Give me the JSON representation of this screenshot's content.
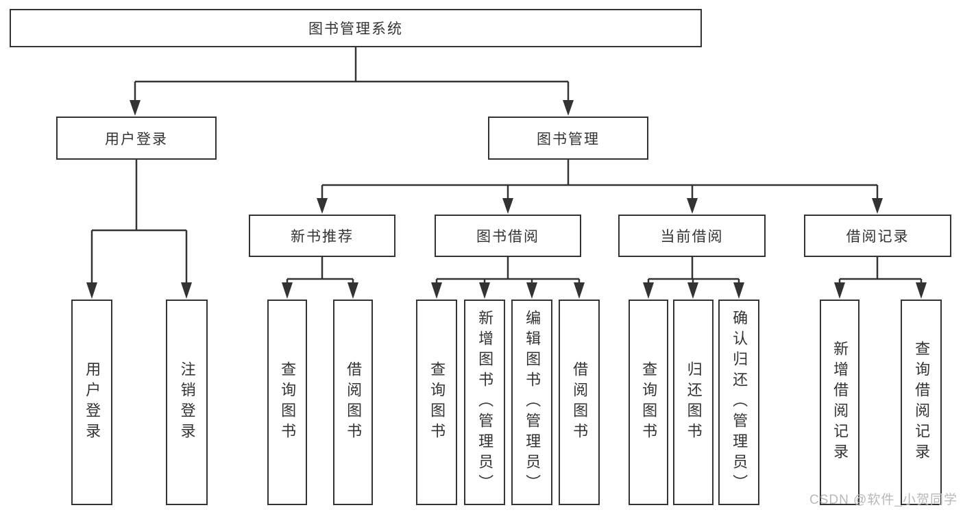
{
  "diagram": {
    "root": {
      "label": "图书管理系统"
    },
    "level2": [
      {
        "label": "用户登录"
      },
      {
        "label": "图书管理"
      }
    ],
    "level3": [
      {
        "label": "新书推荐"
      },
      {
        "label": "图书借阅"
      },
      {
        "label": "当前借阅"
      },
      {
        "label": "借阅记录"
      }
    ],
    "leaves": [
      {
        "parent": "用户登录",
        "label": "用户登录"
      },
      {
        "parent": "用户登录",
        "label": "注销登录"
      },
      {
        "parent": "新书推荐",
        "label": "查询图书"
      },
      {
        "parent": "新书推荐",
        "label": "借阅图书"
      },
      {
        "parent": "图书借阅",
        "label": "查询图书"
      },
      {
        "parent": "图书借阅",
        "label": "新增图书（管理员）"
      },
      {
        "parent": "图书借阅",
        "label": "编辑图书（管理员）"
      },
      {
        "parent": "图书借阅",
        "label": "借阅图书"
      },
      {
        "parent": "当前借阅",
        "label": "查询图书"
      },
      {
        "parent": "当前借阅",
        "label": "归还图书"
      },
      {
        "parent": "当前借阅",
        "label": "确认归还（管理员）"
      },
      {
        "parent": "借阅记录",
        "label": "新增借阅记录"
      },
      {
        "parent": "借阅记录",
        "label": "查询借阅记录"
      }
    ],
    "watermark": "CSDN @软件_小贺同学",
    "colors": {
      "line": "#333333",
      "text": "#333333",
      "watermark": "#b8b8b8",
      "background": "#ffffff"
    }
  }
}
